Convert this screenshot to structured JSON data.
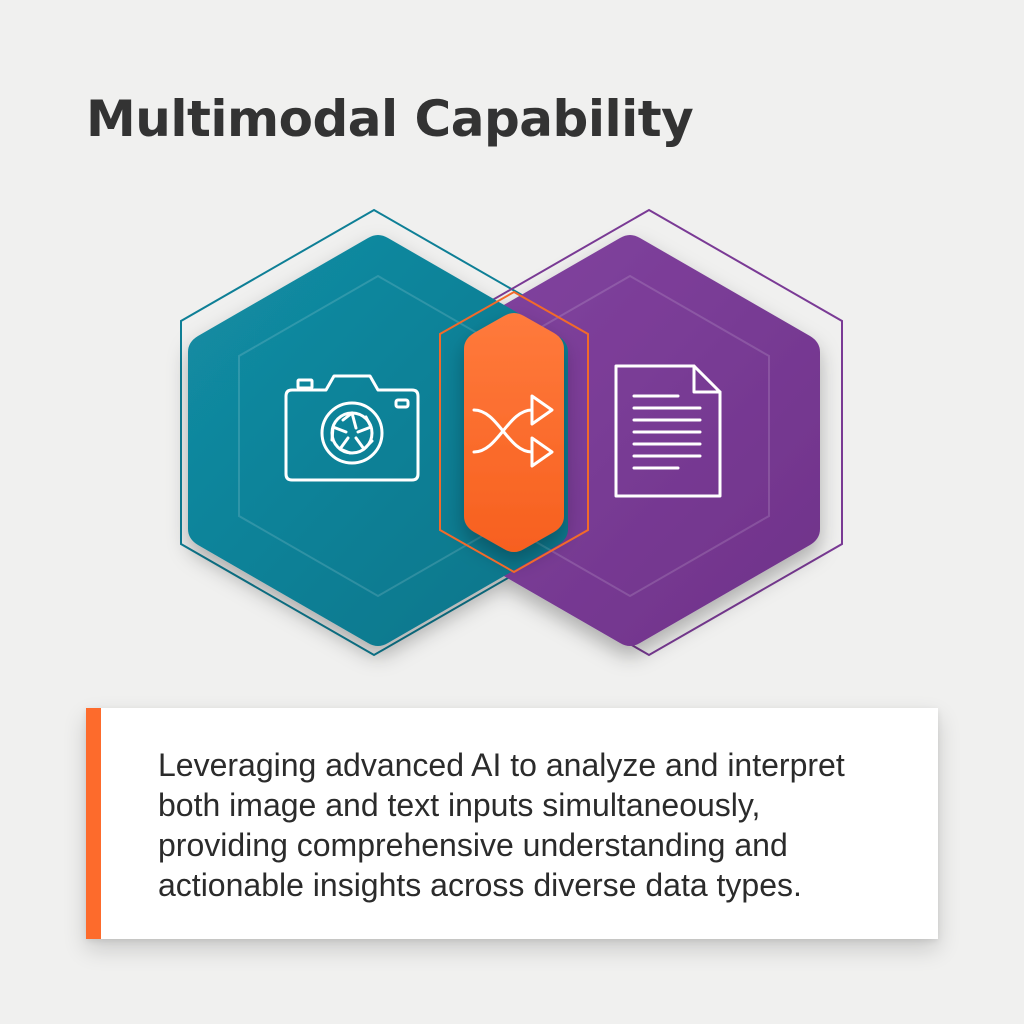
{
  "title": "Multimodal Capability",
  "description": {
    "lines": [
      "Leveraging advanced AI to analyze and interpret",
      "both image and text inputs simultaneously,",
      "providing comprehensive understanding and",
      "actionable insights across diverse data types."
    ]
  },
  "colors": {
    "background": "#f0f0ef",
    "teal": "#0e8299",
    "purple": "#7b3c95",
    "orange": "#fd6b2c",
    "title": "#333333",
    "text": "#2b2b2b"
  },
  "icons": {
    "left": "camera-icon",
    "center": "shuffle-icon",
    "right": "document-icon"
  }
}
